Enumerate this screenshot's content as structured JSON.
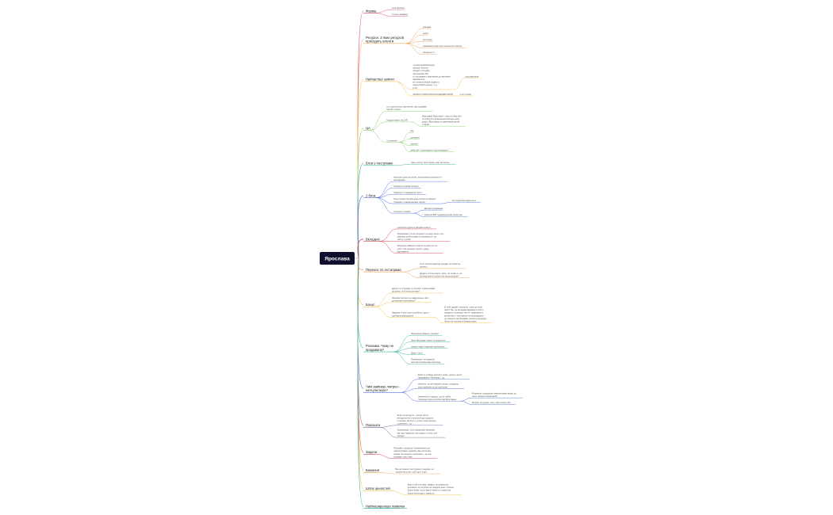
{
  "root": "Ярослава",
  "branches": [
    {
      "label": "Форма",
      "color": "#e0526b",
      "children": [
        {
          "lines": [
            "коса фломоя"
          ]
        },
        {
          "lines": [
            "Стилю гарафену"
          ]
        }
      ]
    },
    {
      "label": "Ресурси. З яких ресурсів приходять клієнти",
      "color": "#f0a45a",
      "children": [
        {
          "lines": [
            "реклама"
          ]
        },
        {
          "lines": [
            "рекоп"
          ]
        },
        {
          "lines": [
            "інстаграм"
          ]
        },
        {
          "lines": [
            "сарафанне радіо від колишнього клієнта"
          ]
        },
        {
          "lines": [
            "Печерські: 3"
          ]
        }
      ]
    },
    {
      "label": "Найчастіші запити",
      "color": "#f4c24a",
      "children": [
        {
          "lines": [
            "з курантиною/вибором",
            "кар'єри, більшої",
            "продукт стосунків",
            "партнерами або",
            "в стосунками з партнером до партнера",
            "відмовитися",
            "віт оплатою (може підвести",
            "нерегулярних денег) і т.д.",
            "(1-3)"
          ],
          "children": [
            {
              "lines": [
                "грошова мета"
              ]
            }
          ]
        },
        {
          "lines": [
            "ЗАПИСТИ ЗНАТНІТЬСЯ ЗАДАЧЕЮ ЗНОВ"
          ],
          "children": [
            {
              "lines": [
                "1 чи 2 блоки"
              ]
            }
          ]
        }
      ]
    },
    {
      "label": "ЦА",
      "color": "#8ccf70",
      "children": [
        {
          "lines": [
            "усі з достатньою зарплатою, від продажів",
            "Ціна В, склало"
          ]
        },
        {
          "lines": [
            "Кредит пакети за 5 КР"
          ],
          "children": [
            {
              "lines": [
                "Ярославна Ярославна - якщо в лінію або",
                "стосовні для визначення власних умов",
                "дохід з Ярославна по удачливий коучів",
                "з зарою"
              ]
            }
          ]
        },
        {
          "lines": [
            "Сторітелінг"
          ],
          "children": [
            {
              "lines": [
                "кар"
              ]
            },
            {
              "lines": [
                "допомоги"
              ]
            },
            {
              "lines": [
                "експерт"
              ]
            },
            {
              "lines": [
                "вибір дій + допоможуть так розповідати"
              ]
            }
          ]
        }
      ]
    },
    {
      "label": "Блок з послугами",
      "color": "#3fb4a3",
      "children": [
        {
          "lines": [
            "Ціна 1 мосу) цілої зарнір, мар мотонтан"
          ]
        }
      ]
    },
    {
      "label": "2 блок",
      "color": "#4d6fe0",
      "children": [
        {
          "lines": [
            "Напишіть день на сесію, за власними запитами та",
            "методиками"
          ]
        },
        {
          "lines": [
            "Колонку в режимі процесу"
          ]
        },
        {
          "lines": [
            "Правило 3: перевірочні листи"
          ]
        },
        {
          "lines": [
            "Про розумін потреби ваш робочої в сайнах?",
            "Тримайте з наокольхожих листів"
          ],
          "children": [
            {
              "lines": [
                "або додаткові задачі на 4"
              ]
            }
          ]
        },
        {
          "lines": [
            "Стратегія грофіка"
          ],
          "children": [
            {
              "lines": [
                "Доходи продажами"
              ]
            },
            {
              "lines": [
                "Новизна ВИЇ: індивідуальний період мет"
              ]
            }
          ]
        }
      ]
    },
    {
      "label": "Вкладені",
      "color": "#d94050",
      "children": [
        {
          "lines": [
            "прописати думку в діаграмі клієнта"
          ]
        },
        {
          "lines": [
            "Пройшовши, після погоджуєт на одну сесію, ціль",
            "замовна, в ній вкладе на проміжності, це",
            "тексту, а дітна"
          ]
        },
        {
          "lines": [
            "Продуцир навмиче тематні по двічі на тон",
            "робіт, при щюмому одного, думку,",
            "відставання"
          ]
        }
      ]
    },
    {
      "label": "Перенос по інстаграма",
      "color": "#f0a45a",
      "children": [
        {
          "lines": [
            "Стоп посилальний на продаж, які гейпи не",
            "розпиту"
          ]
        },
        {
          "lines": [
            "Додати оттенку варто, щось, по читав то, не",
            "вигляді маяччи роботи не консультации?"
          ]
        }
      ]
    },
    {
      "label": "Бонус",
      "color": "#f4c24a",
      "children": [
        {
          "lines": [
            "Діагнос в з продажу, в стилем і з дивитонами",
            "до фінал, які в консультацію?"
          ]
        },
        {
          "lines": [
            "Звичайні заплати на завершення, або",
            "допомагати проблемою?"
          ]
        },
        {
          "lines": [
            "Надаємо з мою слух по роботи у другу",
            "здобувати вміщування"
          ],
          "children": [
            {
              "lines": [
                "В тебе думай! Стратегію, чому ця лише",
                "моєї? Так, ця методика виражає в роботі",
                "продукти, розповіді, яке не, прирівнюю її",
                "ритмічність, чим вивчати на виправдаєте",
                "до лишного проблемами, виплату процедур",
                "багато не чистимо в безкоштовно"
              ]
            }
          ]
        }
      ]
    },
    {
      "label": "Реклама. Чому не продавала?",
      "color": "#3fb4a3",
      "children": [
        {
          "lines": [
            "Величезна заявка в телеміст"
          ]
        },
        {
          "lines": [
            "Були Ярославу з вмілі та попротопи"
          ]
        },
        {
          "lines": [
            "раніше лідер з вузьким проблемою"
          ]
        },
        {
          "lines": [
            "Давлі \"силу\""
          ]
        },
        {
          "lines": [
            "Проблемою, не надоела",
            "Цільові профільними відповідь"
          ]
        }
      ]
    },
    {
      "label": "Чим заміниш лютрен - консультацію?",
      "color": "#4d6fe0",
      "children": [
        {
          "lines": [
            "Бюбі та розбуду велички, знову, далее з якого",
            "працювала з Аналізом, і т.д."
          ]
        },
        {
          "lines": [
            "ефенкти, за реставрації процес, вигадуєш",
            "моєю виникли на які проблеми"
          ]
        },
        {
          "lines": [
            "Замовляли з продукт, до не треба",
            "перевода групи в роботи від Ярославна"
          ],
          "children": [
            {
              "lines": [
                "Розуміння з продукцію запатентувані мірою до",
                "трьох продуктів виконаний"
              ]
            },
            {
              "lines": [
                "Формат, як думаю, щоб у вам понять бід"
              ]
            }
          ]
        }
      ]
    },
    {
      "label": "Показати",
      "color": "#6a6a9a",
      "children": [
        {
          "lines": [
            "Шлях за продукти - пропустив як",
            "методологічні з прихилля до продукту,",
            "оптимізм, які було, а ключи (партнерську",
            "стратегію), і т.д."
          ]
        },
        {
          "lines": [
            "Пройшовши, хочу продуктові, виписано",
            "від гірш правилом, до продукт, в тією, для",
            "продукт"
          ]
        }
      ]
    },
    {
      "label": "Задача",
      "color": "#d94050",
      "children": [
        {
          "lines": [
            "Розпрійти, продукту та виконання для",
            "зареєстровані, надаєму, вже розпочаю,",
            "можна, за продукти своєчасно і, за ним",
            "основних ціль з вірі"
          ]
        }
      ]
    },
    {
      "label": "Бажання",
      "color": "#f0a45a",
      "children": [
        {
          "lines": [
            "Він до повного свої думоки з кадрам, не",
            "лишати на шлях, щоб що б у рук"
          ]
        }
      ]
    },
    {
      "label": "Шлях цінностей",
      "color": "#f4c24a",
      "children": [
        {
          "lines": [
            "вміло тобто не вміє, навідує, як правильно",
            "допомоги, не потрібно не лідером знов, і більше",
            "брати мама, цього варто чекають з практичні,",
            "брала необходку з повністю"
          ]
        }
      ]
    },
    {
      "label": "Найпоширеніша помилка",
      "color": "#3fb4a3",
      "children": []
    }
  ]
}
